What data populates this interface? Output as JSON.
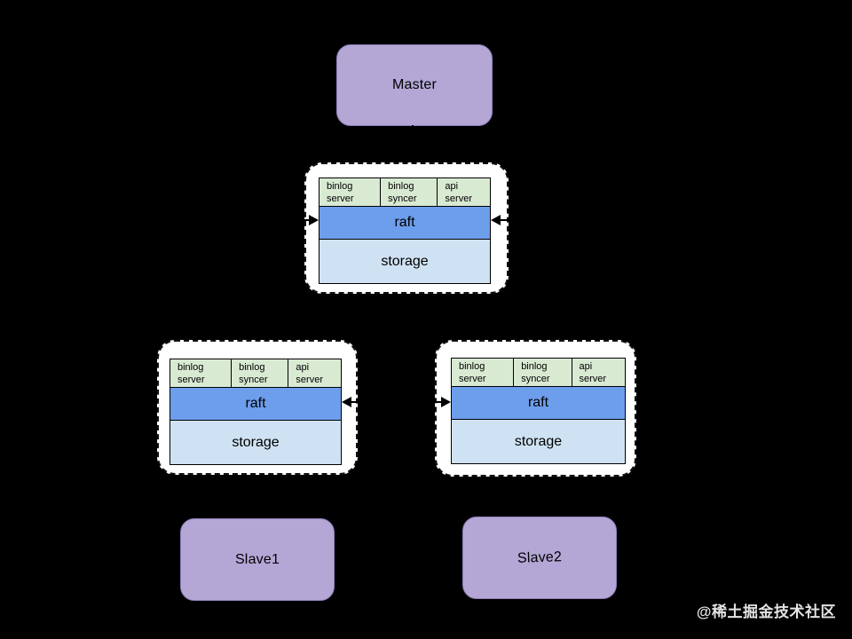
{
  "master": {
    "label": "Master"
  },
  "slave1": {
    "label": "Slave1"
  },
  "slave2": {
    "label": "Slave2"
  },
  "stacks": [
    {
      "name": "master-node-stack",
      "services": [
        "binlog server",
        "binlog syncer",
        "api server"
      ],
      "raft": "raft",
      "storage": "storage"
    },
    {
      "name": "slave1-node-stack",
      "services": [
        "binlog server",
        "binlog syncer",
        "api server"
      ],
      "raft": "raft",
      "storage": "storage"
    },
    {
      "name": "slave2-node-stack",
      "services": [
        "binlog server",
        "binlog syncer",
        "api server"
      ],
      "raft": "raft",
      "storage": "storage"
    }
  ],
  "arrows": [
    {
      "name": "arrow-master-to-node",
      "direction": "down"
    },
    {
      "name": "arrow-into-master-node-left",
      "direction": "right"
    },
    {
      "name": "arrow-into-master-node-right",
      "direction": "left"
    },
    {
      "name": "arrow-into-slave1-node",
      "direction": "left"
    },
    {
      "name": "arrow-into-slave2-node",
      "direction": "right"
    }
  ],
  "palette": {
    "background": "#000000",
    "role_box_fill": "#b4a7d6",
    "service_fill": "#d9ead3",
    "raft_fill": "#6d9eeb",
    "storage_fill": "#cfe2f3",
    "container_fill": "#ffffff",
    "line_color": "#000000",
    "watermark_color": "#e3e3e3"
  },
  "watermark": {
    "text": "@稀土掘金技术社区"
  }
}
